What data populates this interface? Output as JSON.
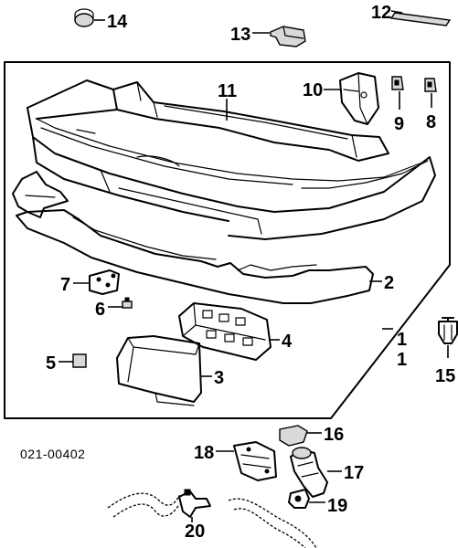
{
  "diagram": {
    "reference_code": "021-00402",
    "callouts": {
      "p1a": "1",
      "p1b": "1",
      "p2": "2",
      "p3": "3",
      "p4": "4",
      "p5": "5",
      "p6": "6",
      "p7": "7",
      "p8": "8",
      "p9": "9",
      "p10": "10",
      "p11": "11",
      "p12": "12",
      "p13": "13",
      "p14": "14",
      "p15": "15",
      "p16": "16",
      "p17": "17",
      "p18": "18",
      "p19": "19",
      "p20": "20"
    }
  }
}
